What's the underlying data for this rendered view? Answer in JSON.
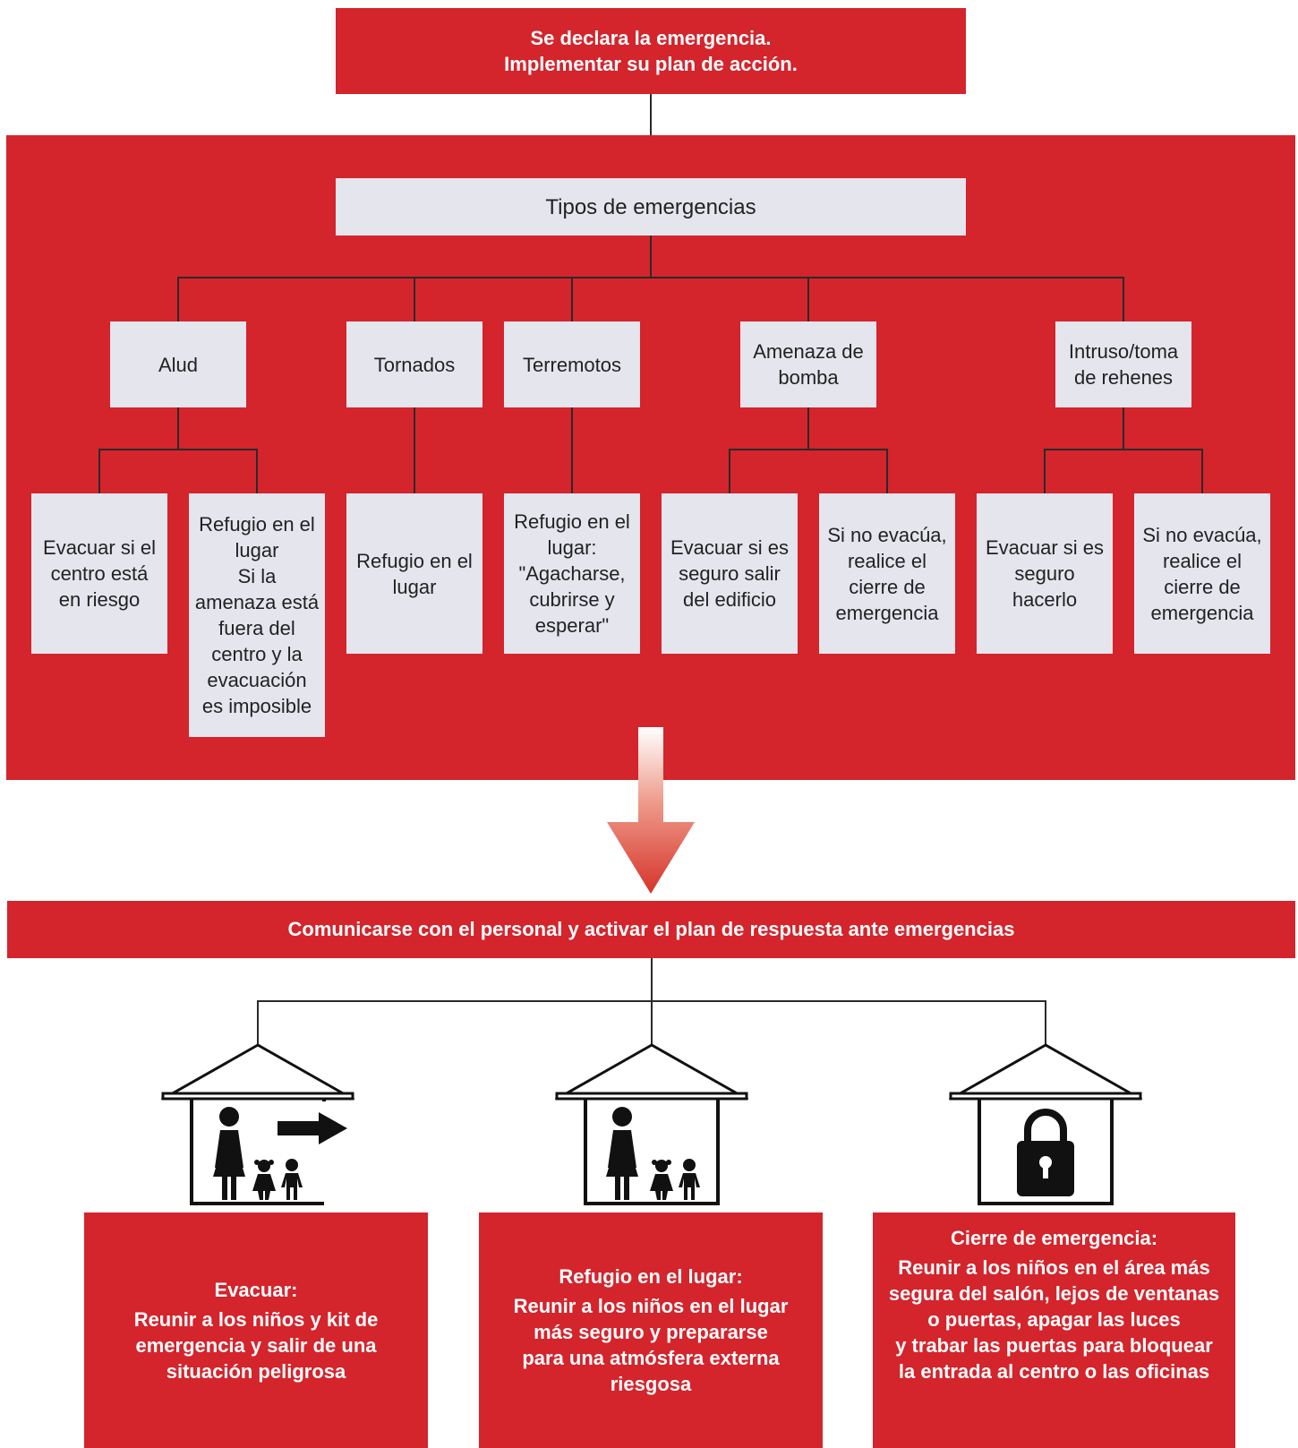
{
  "top_banner": {
    "line1": "Se declara la emergencia.",
    "line2": "Implementar su plan de acción."
  },
  "types_header": "Tipos de emergencias",
  "types": [
    {
      "label": "Alud"
    },
    {
      "label": "Tornados"
    },
    {
      "label": "Terremotos"
    },
    {
      "label": "Amenaza de\nbomba"
    },
    {
      "label": "Intruso/toma\nde rehenes"
    }
  ],
  "actions": [
    "Evacuar si el\ncentro está\nen riesgo",
    "Refugio en el\nlugar\nSi la\namenaza está\nfuera del\ncentro y la\nevacuación\nes imposible",
    "Refugio en el\nlugar",
    "Refugio en el\nlugar:\n\"Agacharse,\ncubrirse y\nesperar\"",
    "Evacuar si es\nseguro salir\ndel edificio",
    "Si no evacúa,\nrealice el\ncierre de\nemergencia",
    "Evacuar si es\nseguro\nhacerlo",
    "Si no evacúa,\nrealice el\ncierre de\nemergencia"
  ],
  "communicate_banner": "Comunicarse con el personal y activar el plan de respuesta ante emergencias",
  "responses": [
    {
      "icon": "house-evacuate-icon",
      "title": "Evacuar:",
      "body": "Reunir a los niños y kit de\nemergencia y salir de una\nsituación peligrosa"
    },
    {
      "icon": "house-shelter-icon",
      "title": "Refugio en el lugar:",
      "body": "Reunir a los niños en el lugar\nmás seguro y prepararse\npara una atmósfera externa\nriesgosa"
    },
    {
      "icon": "house-lock-icon",
      "title": "Cierre de emergencia:",
      "body": "Reunir a los niños en el área más\nsegura del salón, lejos de ventanas\no puertas,  apagar las luces\ny trabar las puertas para bloquear\nla entrada al centro o las oficinas"
    }
  ],
  "colors": {
    "red": "#d4242c",
    "light_box": "#e5e5ee",
    "line": "#2a2a2a"
  }
}
